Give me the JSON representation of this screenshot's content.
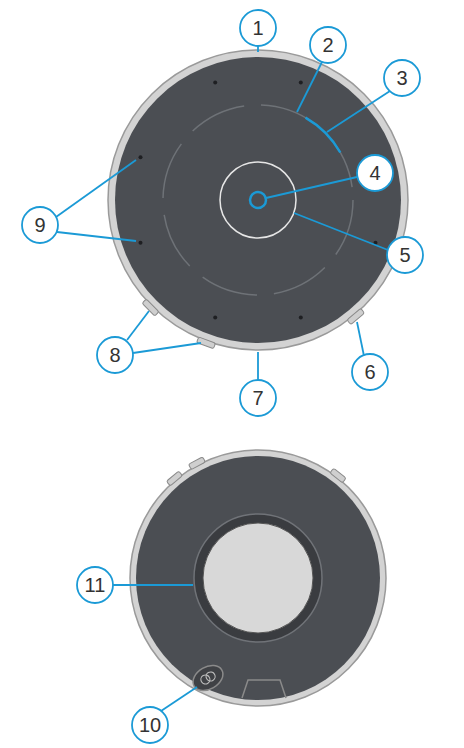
{
  "diagram": {
    "labels": [
      "1",
      "2",
      "3",
      "4",
      "9",
      "5",
      "8",
      "6",
      "7",
      "11",
      "10"
    ]
  }
}
